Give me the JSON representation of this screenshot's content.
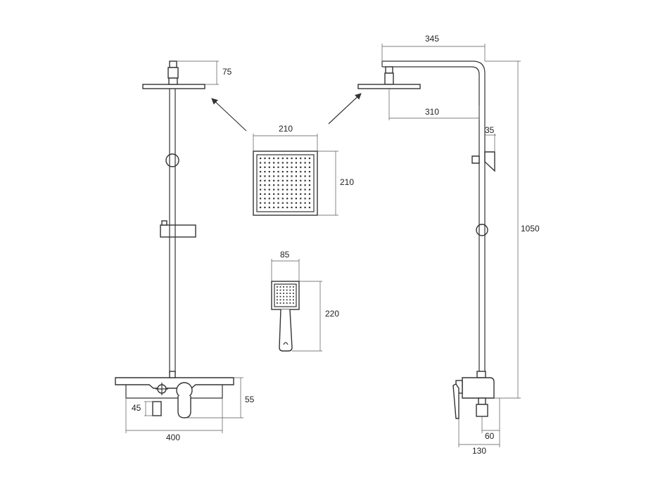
{
  "drawing": {
    "colors": {
      "line": "#333333",
      "dimension": "#555555",
      "text": "#222222",
      "background": "#ffffff"
    },
    "dimensions": {
      "front_head_height": "75",
      "mixer_height": "55",
      "diverter_height": "45",
      "front_width": "400",
      "side_arm_total": "345",
      "side_arm_head": "310",
      "side_rail_offset": "35",
      "side_total_height": "1050",
      "side_outlet_offset": "60",
      "side_depth": "130",
      "head_width": "210",
      "head_height": "210",
      "hand_width": "85",
      "hand_height": "220"
    }
  }
}
